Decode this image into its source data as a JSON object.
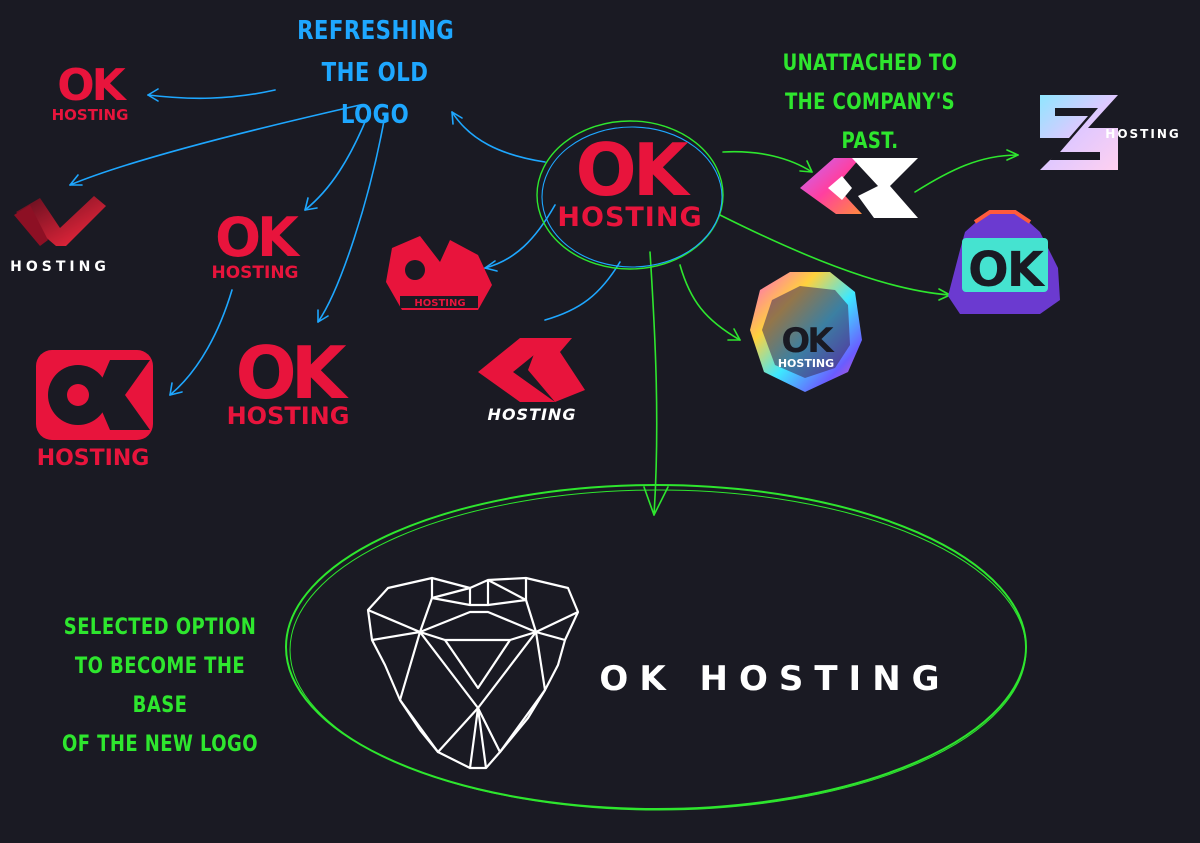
{
  "notes": {
    "refresh_line1": "REFRESHING",
    "refresh_line2": "THE OLD LOGO",
    "unattached_line1": "UNATTACHED TO",
    "unattached_line2": "THE COMPANY'S PAST.",
    "selected_line1": "SELECTED OPTION",
    "selected_line2": "TO BECOME THE BASE",
    "selected_line3": "OF THE NEW LOGO"
  },
  "logos": {
    "center_ok": "OK",
    "center_hosting": "HOSTING",
    "small_ok": "OK",
    "small_hosting": "HOSTING",
    "chevron_hosting": "HOSTING",
    "red_ok": "OK",
    "red_hosting": "HOSTING",
    "badge_hosting": "HOSTING",
    "square_hosting": "HOSTING",
    "big_ok": "OK",
    "big_hosting": "HOSTING",
    "slant_hosting": "HOSTING",
    "arrow_hosting": "HOSTING",
    "gradient_k": "K",
    "z_hosting": "HOSTING",
    "holo_ok": "OK",
    "holo_hosting": "HOSTING",
    "teal_ok": "OK",
    "final_name": "OK HOSTING"
  },
  "colors": {
    "background": "#1a1a23",
    "brand_red": "#e8143c",
    "note_blue": "#1ea7ff",
    "note_green": "#2ee62e",
    "white": "#ffffff"
  }
}
